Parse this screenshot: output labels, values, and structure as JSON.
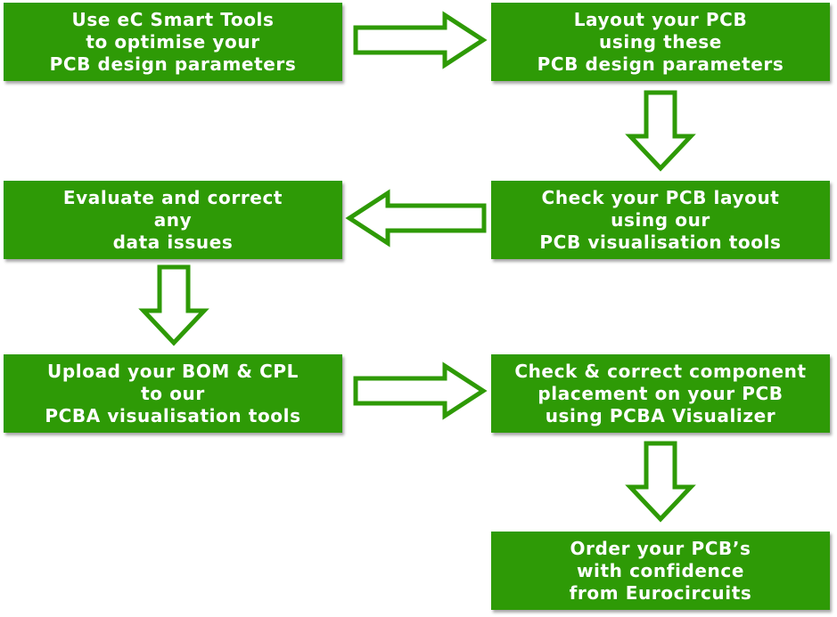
{
  "steps": [
    {
      "lines": [
        "Use eC Smart Tools",
        "to optimise your",
        "PCB design parameters"
      ]
    },
    {
      "lines": [
        "Layout your PCB",
        "using these",
        "PCB design parameters"
      ]
    },
    {
      "lines": [
        "Check your PCB layout",
        "using our",
        "PCB visualisation tools"
      ]
    },
    {
      "lines": [
        "Evaluate and correct",
        "any",
        "data issues"
      ]
    },
    {
      "lines": [
        "Upload your BOM & CPL",
        "to our",
        "PCBA visualisation tools"
      ]
    },
    {
      "lines": [
        "Check & correct component",
        "placement on your PCB",
        "using PCBA Visualizer"
      ]
    },
    {
      "lines": [
        "Order your PCB’s",
        "with confidence",
        "from Eurocircuits"
      ]
    }
  ],
  "colors": {
    "box_fill": "#2e9a06",
    "arrow_outline": "#2e9a06",
    "text": "#ffffff"
  }
}
